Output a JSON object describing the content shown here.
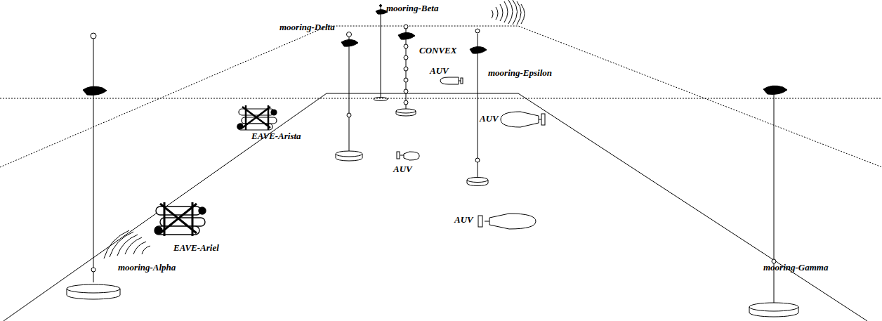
{
  "diagram": {
    "labels": [
      "mooring-Beta",
      "mooring-Delta",
      "CONVEX",
      "AUV",
      "mooring-Epsilon",
      "AUV",
      "EAVE-Arista",
      "AUV",
      "AUV",
      "EAVE-Ariel",
      "mooring-Alpha",
      "mooring-Gamma"
    ]
  }
}
